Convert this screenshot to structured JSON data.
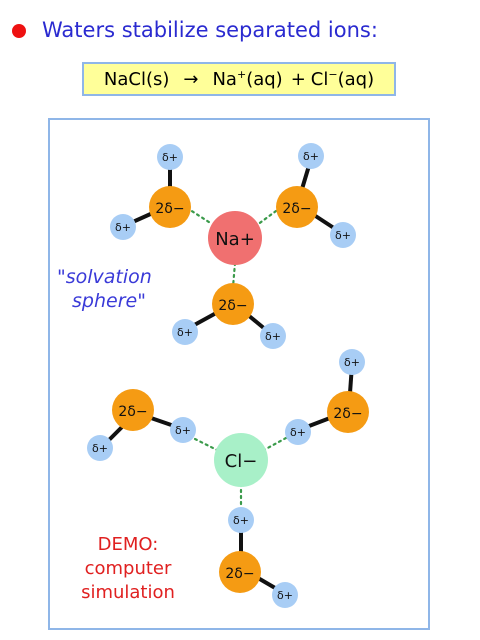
{
  "heading": "Waters stabilize separated ions:",
  "equation": {
    "reactant": "NaCl(s)",
    "arrow": "→",
    "product1_base": "Na",
    "product1_charge": "+",
    "product1_state": "(aq)",
    "plus": "+",
    "product2_base": "Cl",
    "product2_charge": "−",
    "product2_state": "(aq)"
  },
  "labels": {
    "oxygen": "2δ−",
    "hydrogen": "δ+",
    "sodium": "Na+",
    "chloride": "Cl−",
    "solvation_line1": "\"solvation",
    "solvation_line2": "sphere\"",
    "demo_line1": "DEMO:",
    "demo_line2": "computer",
    "demo_line3": "simulation"
  },
  "colors": {
    "bullet": "#ee1111",
    "heading": "#2a2ad0",
    "equation_bg": "#ffff99",
    "frame": "#8fb6e8",
    "oxygen": "#f59b13",
    "hydrogen": "#a8cdf5",
    "sodium": "#f07070",
    "chloride": "#a8f0c8",
    "bond": "#111111",
    "h_bond": "#3a9a4a",
    "solvation_text": "#3a3ad8",
    "demo_text": "#e02020"
  }
}
